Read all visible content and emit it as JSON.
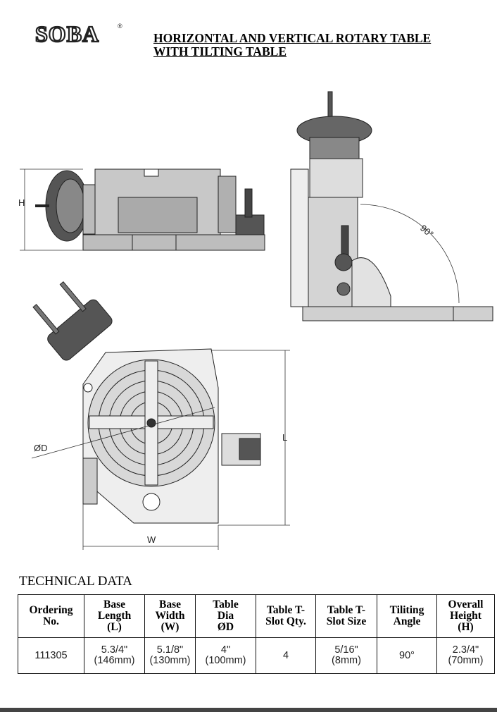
{
  "header": {
    "logo_text": "SOBA",
    "logo_mark": "®",
    "title_line1": "HORIZONTAL AND VERTICAL ROTARY TABLE",
    "title_line2": "WITH TILTING TABLE"
  },
  "drawing_labels": {
    "height": "H",
    "angle": "90°",
    "diameter": "ØD",
    "length": "L",
    "width": "W"
  },
  "technical_data": {
    "section_title": "TECHNICAL DATA",
    "columns": [
      [
        "Ordering",
        "No."
      ],
      [
        "Base",
        "Length",
        "(L)"
      ],
      [
        "Base",
        "Width",
        "(W)"
      ],
      [
        "Table",
        "Dia",
        "ØD"
      ],
      [
        "Table T-",
        "Slot Qty."
      ],
      [
        "Table T-",
        "Slot Size"
      ],
      [
        "Tiliting",
        "Angle"
      ],
      [
        "Overall",
        "Height",
        "(H)"
      ]
    ],
    "rows": [
      [
        [
          "111305"
        ],
        [
          "5.3/4\"",
          "(146mm)"
        ],
        [
          "5.1/8\"",
          "(130mm)"
        ],
        [
          "4\"",
          "(100mm)"
        ],
        [
          "4"
        ],
        [
          "5/16\"",
          "(8mm)"
        ],
        [
          "90°"
        ],
        [
          "2.3/4\"",
          "(70mm)"
        ]
      ]
    ]
  }
}
